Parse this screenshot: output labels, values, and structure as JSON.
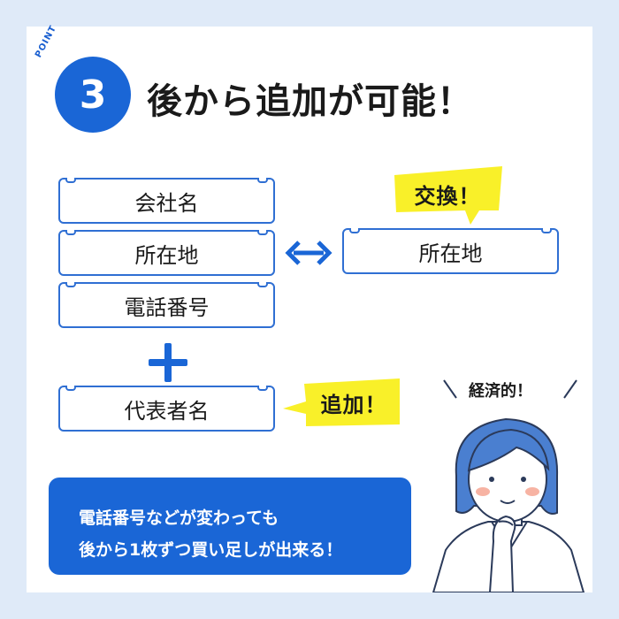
{
  "header": {
    "point_word": "POINT",
    "point_number": "3",
    "title": "後から追加が可能！"
  },
  "left_fields": [
    "会社名",
    "所在地",
    "電話番号"
  ],
  "added_field": "代表者名",
  "right_field": "所在地",
  "bubbles": {
    "exchange": "交換！",
    "add": "追加！"
  },
  "info": {
    "line1": "電話番号などが変わっても",
    "line2": "後から1枚ずつ買い足しが出来る！"
  },
  "remark": "経済的！",
  "colors": {
    "primary": "#1a66d6",
    "highlight": "#f9f029",
    "page_bg": "#dfeaf8"
  }
}
